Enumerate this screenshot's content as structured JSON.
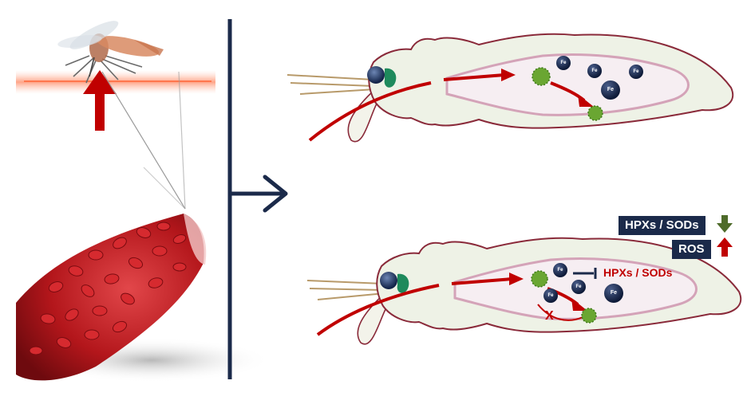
{
  "labels": {
    "iron": "Fe",
    "hpx_sod_box": "HPXs / SODs",
    "ros_box": "ROS",
    "hpx_sod_inhibit": "HPXs / SODs",
    "block_mark": "X"
  },
  "colors": {
    "navy": "#1b2a4a",
    "red": "#c00000",
    "green_arrow": "#4e6b2a",
    "blood": "#b3161b",
    "midgut_fill": "#eef2e6",
    "midgut_outline": "#8a2a3a"
  }
}
